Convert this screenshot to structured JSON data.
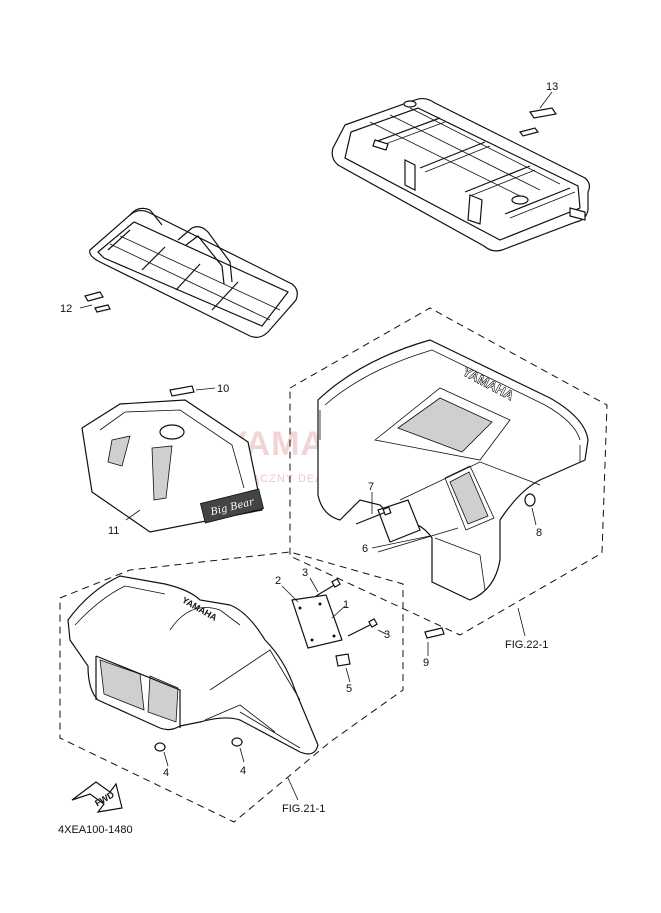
{
  "callouts": {
    "c1": "1",
    "c2": "2",
    "c3a": "3",
    "c3b": "3",
    "c4a": "4",
    "c4b": "4",
    "c5": "5",
    "c6": "6",
    "c7": "7",
    "c8": "8",
    "c9": "9",
    "c10": "10",
    "c11": "11",
    "c12": "12",
    "c13": "13"
  },
  "refs": {
    "fig_front": "FIG.21-1",
    "fig_rear": "FIG.22-1",
    "part_code": "4XEA100-1480"
  },
  "decals": {
    "rear_fender_text": "YAMAHA",
    "front_fender_text": "YAMAHA",
    "fwd_arrow_text": "FWD",
    "decal_11_text": "Big Bear"
  },
  "watermark": {
    "title": "YAMAHA-SKLEP.PL",
    "subtitle": "WYŁĄCZNY DEALER YAMAHA"
  },
  "colors": {
    "line": "#111111",
    "watermark": "#e6b3b3",
    "background": "#ffffff"
  }
}
